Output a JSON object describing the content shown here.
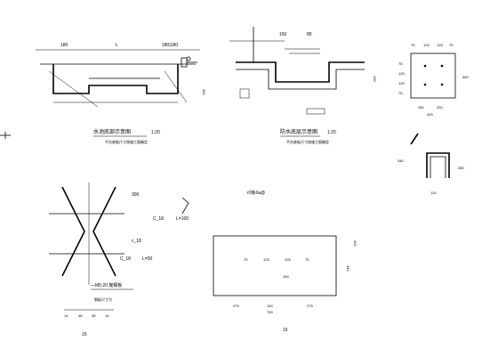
{
  "panel_a": {
    "dim_left": "180",
    "dim_mid": "L",
    "dim_right": "180|180",
    "caption": "水池底部示意图",
    "caption_scale": "1:20",
    "note": "平台底板尺寸按施工图确定",
    "side_value": "400"
  },
  "panel_b": {
    "dim_top": "150",
    "dim_top2": "80",
    "caption": "防水底层示意图",
    "caption_scale": "1:20",
    "note": "平台底板尺寸按施工图确定",
    "side_value": "150"
  },
  "panel_c": {
    "dims_top": [
      "75",
      "125",
      "125",
      "75"
    ],
    "dims_bottom": [
      "250",
      "250"
    ],
    "dim_total": "400",
    "dims_left": [
      "75",
      "125",
      "125",
      "75"
    ],
    "dims_right": "400"
  },
  "panel_d": {
    "value_left": "340",
    "value_right": "280",
    "value_bottom": "120"
  },
  "panel_e": {
    "label_top": "300",
    "label_mid": "C_18",
    "label_mid2": "L=100",
    "label_side": "c_18",
    "label_bottom": "C_18",
    "label_bottom2": "L=50",
    "caption": "—M5:20 施钢板",
    "sub": "钢板尺寸为",
    "dim_a": "14",
    "dim_b": "48",
    "dim_c": "48",
    "dim_d": "14",
    "footer": "15"
  },
  "panel_f": {
    "title": "r0板6a@",
    "dims_inner": [
      "75",
      "125",
      "125",
      "75"
    ],
    "inner_label": "100",
    "dims_bottom": [
      "275",
      "150",
      "275"
    ],
    "dim_total": "700",
    "side_a": "400",
    "side_b": "440",
    "footer": "15"
  }
}
